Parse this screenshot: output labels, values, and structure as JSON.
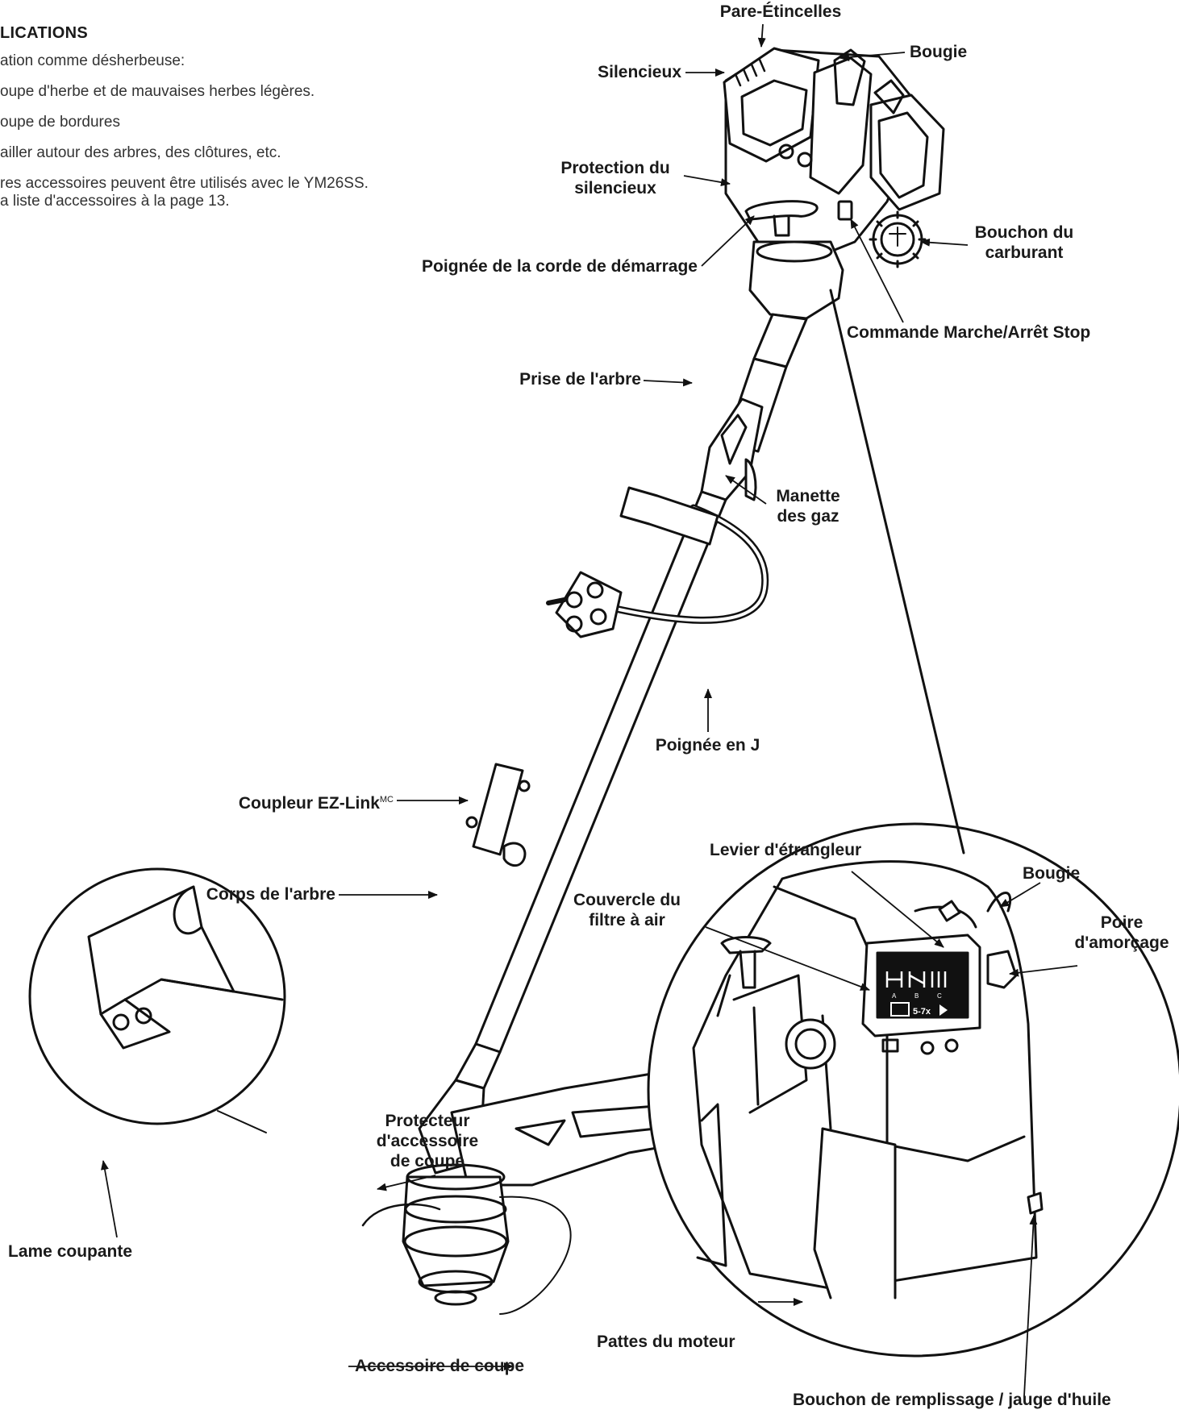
{
  "intro": {
    "heading": "LICATIONS",
    "lines": [
      "ation comme désherbeuse:",
      "oupe d'herbe et de mauvaises herbes légères.",
      "oupe de bordures",
      "ailler autour des arbres, des clôtures, etc.",
      "res accessoires peuvent être utilisés avec le YM26SS.",
      "a liste d'accessoires à la page 13."
    ]
  },
  "labels": {
    "pare_etincelles": "Pare-Étincelles",
    "silencieux": "Silencieux",
    "bougie_top": "Bougie",
    "protection_l1": "Protection du",
    "protection_l2": "silencieux",
    "bouchon_carb_l1": "Bouchon du",
    "bouchon_carb_l2": "carburant",
    "poignee_corde": "Poignée de la corde de démarrage",
    "commande": "Commande Marche/Arrêt Stop",
    "prise_arbre": "Prise de l'arbre",
    "manette_l1": "Manette",
    "manette_l2": "des gaz",
    "poignee_j": "Poignée en J",
    "coupleur": "Coupleur EZ-Link",
    "coupleur_sup": "MC",
    "corps_arbre": "Corps de l'arbre",
    "levier": "Levier d'étrangleur",
    "bougie_detail": "Bougie",
    "couvercle_l1": "Couvercle du",
    "couvercle_l2": "filtre à air",
    "poire_l1": "Poire",
    "poire_l2": "d'amorçage",
    "protecteur_l1": "Protecteur",
    "protecteur_l2": "d'accessoire",
    "protecteur_l3": "de coupe",
    "lame": "Lame coupante",
    "accessoire": "Accessoire de coupe",
    "pattes": "Pattes du moteur",
    "bouchon_huile": "Bouchon de remplissage / jauge d'huile"
  },
  "panel": {
    "choke_marks": [
      "A",
      "B",
      "C"
    ],
    "prime_text": "5-7x"
  }
}
